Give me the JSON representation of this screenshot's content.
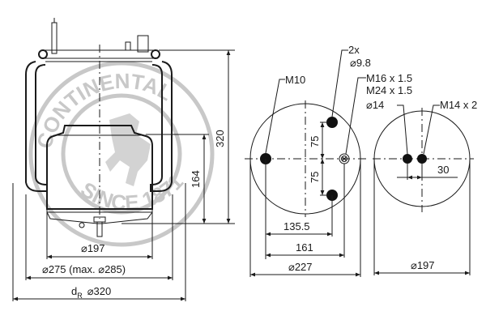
{
  "watermark": {
    "top_text": "CONTINENTAL",
    "bottom_text": "SINCE 1871",
    "color": "#c8c8c8"
  },
  "side_view": {
    "height_total": "320",
    "height_piston": "164",
    "dia_piston": "⌀197",
    "dia_bellow": "⌀275 (max. ⌀285)",
    "dia_ring_label": "d",
    "dia_ring_sub": "R",
    "dia_ring_value": "⌀320"
  },
  "top_plate_view": {
    "m10": "M10",
    "holes_count": "2x",
    "holes_dia": "⌀9.8",
    "air_connection_1": "M16 x 1.5",
    "air_connection_2": "M24 x 1.5",
    "spacing_top": "75",
    "spacing_bottom": "75",
    "dim_135": "135.5",
    "dim_161": "161",
    "dia_plate": "⌀227"
  },
  "piston_view": {
    "hole_dia": "⌀14",
    "thread": "M14 x 2",
    "spacing": "30",
    "dia_piston": "⌀197"
  }
}
